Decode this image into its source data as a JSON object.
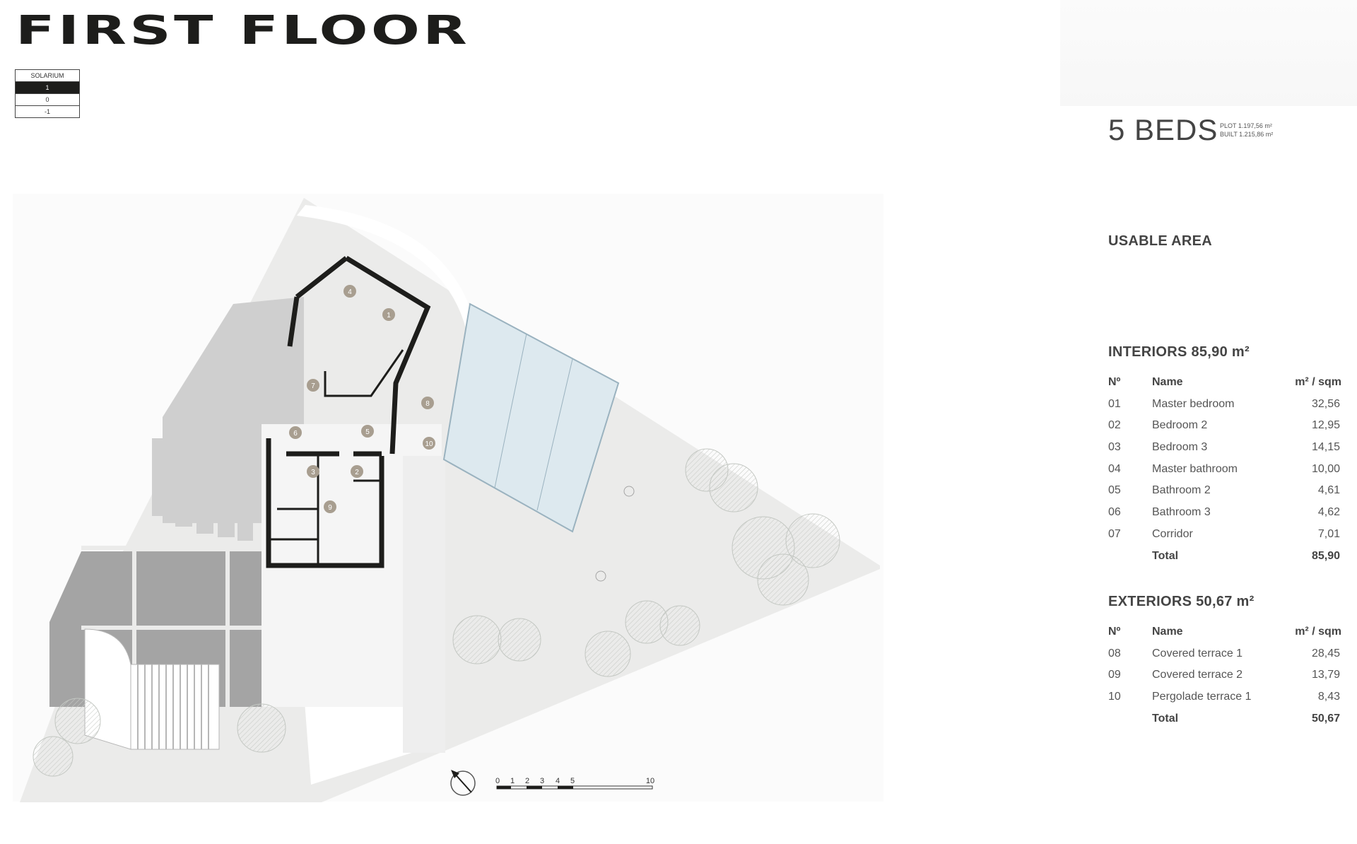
{
  "header": {
    "title": "FIRST FLOOR"
  },
  "level_selector": {
    "levels": [
      "SOLARIUM",
      "1",
      "0",
      "-1"
    ],
    "active": "1"
  },
  "summary": {
    "beds": "5 BEDS",
    "plot": "PLOT 1.197,56 m²",
    "built": "BUILT 1.215,86 m²"
  },
  "usable_area": {
    "heading": "USABLE AREA"
  },
  "interiors": {
    "heading": "INTERIORS 85,90 m²",
    "col_no": "Nº",
    "col_name": "Name",
    "col_area": "m² / sqm",
    "rows": [
      {
        "no": "01",
        "name": "Master bedroom",
        "area": "32,56"
      },
      {
        "no": "02",
        "name": "Bedroom 2",
        "area": "12,95"
      },
      {
        "no": "03",
        "name": "Bedroom 3",
        "area": "14,15"
      },
      {
        "no": "04",
        "name": "Master bathroom",
        "area": "10,00"
      },
      {
        "no": "05",
        "name": "Bathroom 2",
        "area": "4,61"
      },
      {
        "no": "06",
        "name": "Bathroom 3",
        "area": "4,62"
      },
      {
        "no": "07",
        "name": "Corridor",
        "area": "7,01"
      }
    ],
    "total_label": "Total",
    "total_value": "85,90"
  },
  "exteriors": {
    "heading": "EXTERIORS 50,67 m²",
    "col_no": "Nº",
    "col_name": "Name",
    "col_area": "m² / sqm",
    "rows": [
      {
        "no": "08",
        "name": "Covered terrace 1",
        "area": "28,45"
      },
      {
        "no": "09",
        "name": "Covered terrace 2",
        "area": "13,79"
      },
      {
        "no": "10",
        "name": "Pergolade terrace 1",
        "area": "8,43"
      }
    ],
    "total_label": "Total",
    "total_value": "50,67"
  },
  "plan": {
    "room_markers": [
      "1",
      "2",
      "3",
      "4",
      "5",
      "6",
      "7",
      "8",
      "9",
      "10"
    ],
    "scale_labels": [
      "0",
      "1",
      "2",
      "3",
      "4",
      "5",
      "10"
    ],
    "colors": {
      "plot": "#ebebea",
      "paving": "#cfcfcf",
      "dark_paving": "#a4a4a4",
      "wall": "#1d1d1b",
      "pool": "#dde9ef",
      "tree": "#d8dbd7",
      "marker": "#a89e90"
    }
  }
}
